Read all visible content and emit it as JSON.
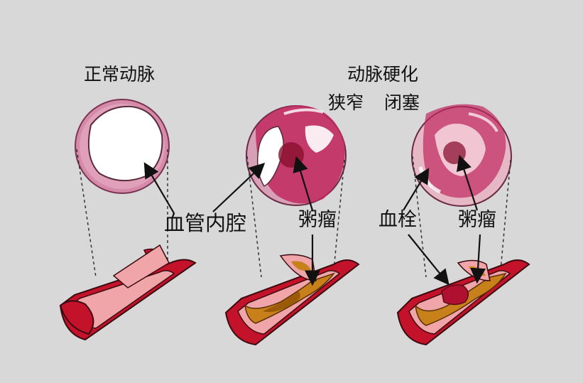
{
  "labels": {
    "normal_artery": "正常动脉",
    "atherosclerosis": "动脉硬化",
    "narrowing": "狭窄",
    "occlusion": "闭塞",
    "vessel_lumen": "血管内腔",
    "plaque_narrowing": "粥瘤",
    "thrombus": "血栓",
    "plaque_occlusion": "粥瘤"
  },
  "colors": {
    "background": "#d8d8d8",
    "vessel_wall": "#c4122a",
    "vessel_inner": "#f0a5a8",
    "plaque": "#c7801a",
    "plaque_core": "#9a5a08",
    "thrombus": "#b01030",
    "cross_section_ring": "#d48aa8",
    "lumen": "#ffffff",
    "lesion_magenta": "#c0285e"
  }
}
